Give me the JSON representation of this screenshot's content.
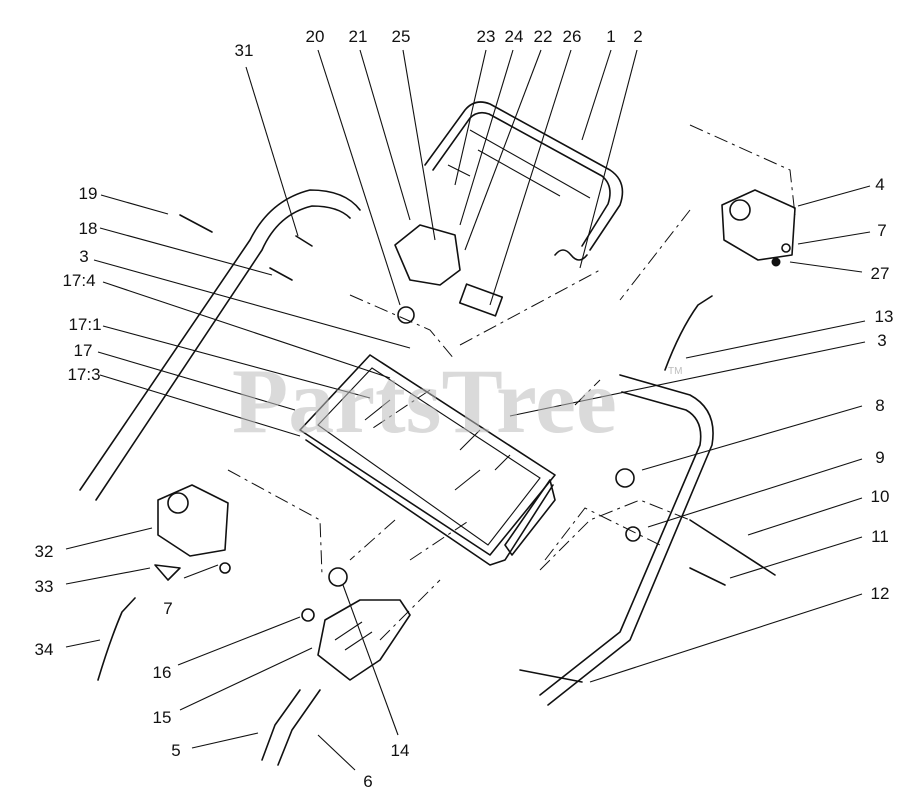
{
  "watermark": {
    "text": "PartsTree",
    "mark": "TM"
  },
  "callouts": [
    "31",
    "20",
    "21",
    "25",
    "23",
    "24",
    "22",
    "26",
    "1",
    "2",
    "19",
    "18",
    "3",
    "17:4",
    "17:1",
    "17",
    "17:3",
    "4",
    "7",
    "27",
    "13",
    "3",
    "8",
    "9",
    "10",
    "11",
    "12",
    "32",
    "33",
    "7",
    "34",
    "16",
    "15",
    "5",
    "14",
    "6"
  ]
}
